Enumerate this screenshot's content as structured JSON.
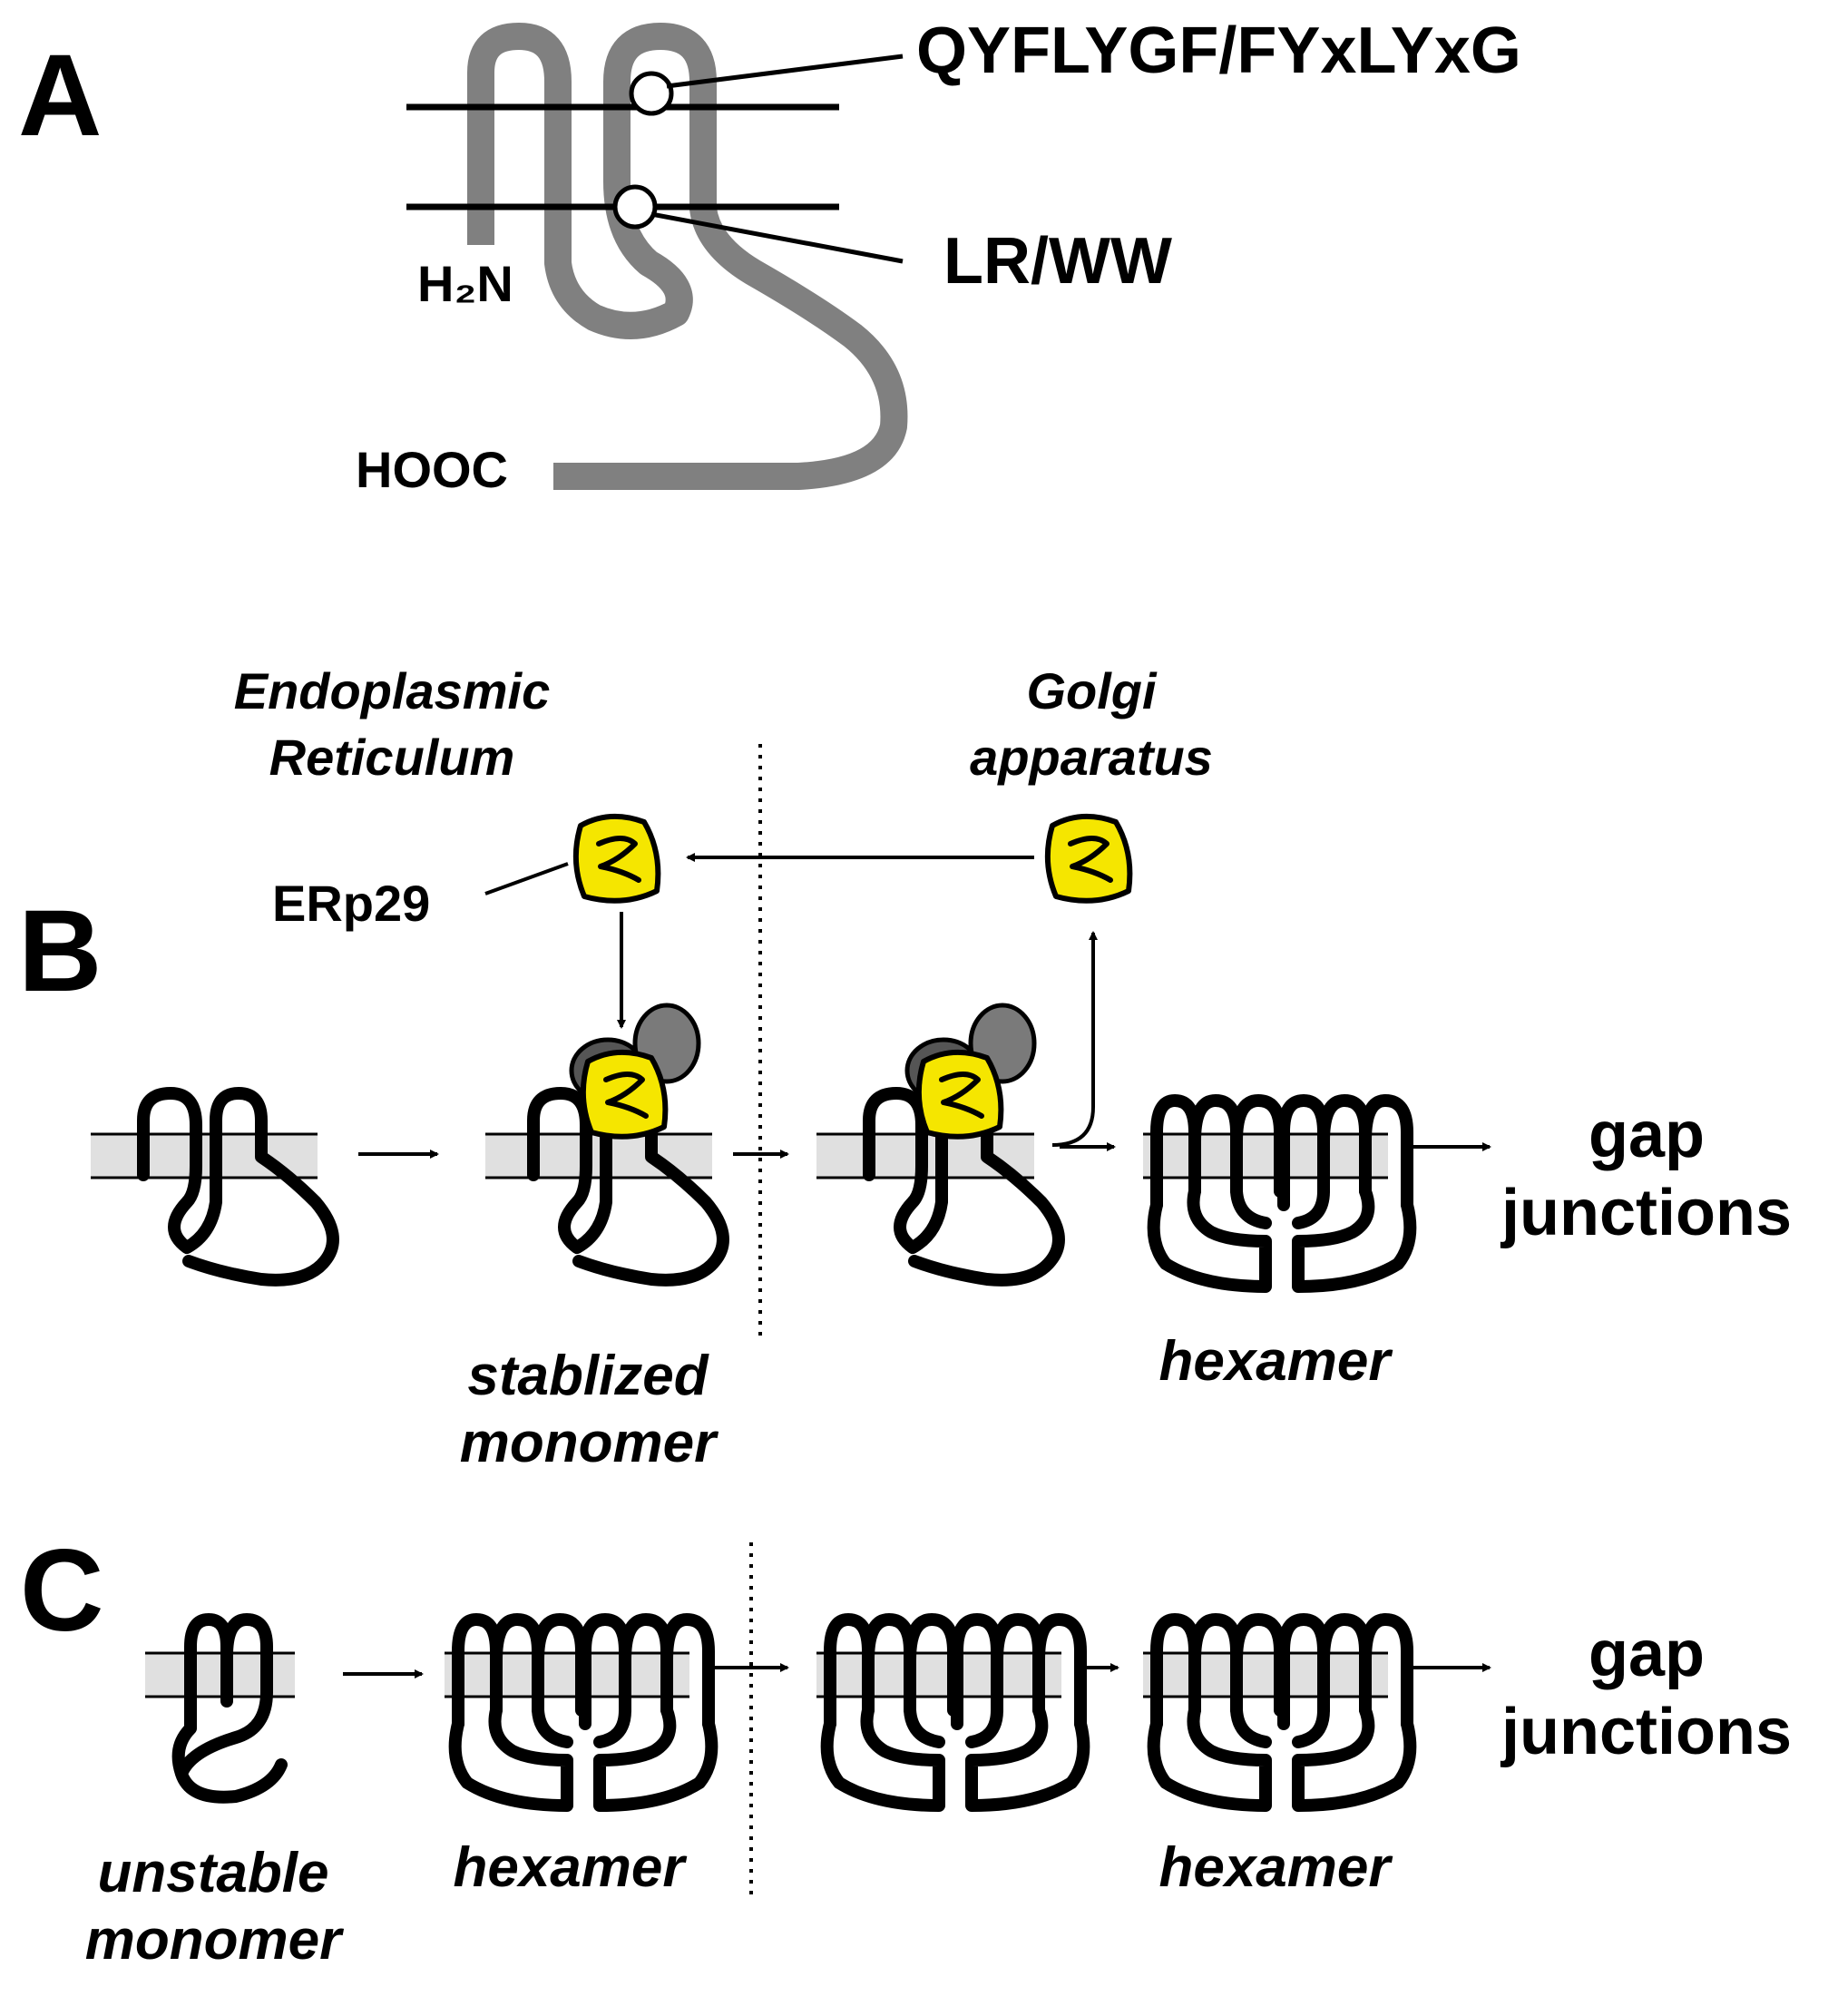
{
  "panel_a": {
    "letter": "A",
    "motif_upper": "QYFLYGF/FYxLYxG",
    "motif_lower": "LR/WW",
    "n_terminus": "H₂N",
    "c_terminus": "HOOC"
  },
  "panel_b": {
    "letter": "B",
    "er_label": [
      "Endoplasmic",
      "Reticulum"
    ],
    "golgi_label": [
      "Golgi",
      "apparatus"
    ],
    "chaperone": "ERp29",
    "stabilized_label": [
      "stablized",
      "monomer"
    ],
    "hexamer_label": "hexamer",
    "end_label": [
      "gap",
      "junctions"
    ]
  },
  "panel_c": {
    "letter": "C",
    "unstable_label": [
      "unstable",
      "monomer"
    ],
    "hexamer_label_1": "hexamer",
    "hexamer_label_2": "hexamer",
    "end_label": [
      "gap",
      "junctions"
    ]
  },
  "colors": {
    "protein_a": "#808080",
    "protein_line": "#000000",
    "membrane_band": "#e0e0e0",
    "erp29": "#f5e600",
    "partner_dark": "#555555",
    "partner_mid": "#7a7a7a"
  }
}
